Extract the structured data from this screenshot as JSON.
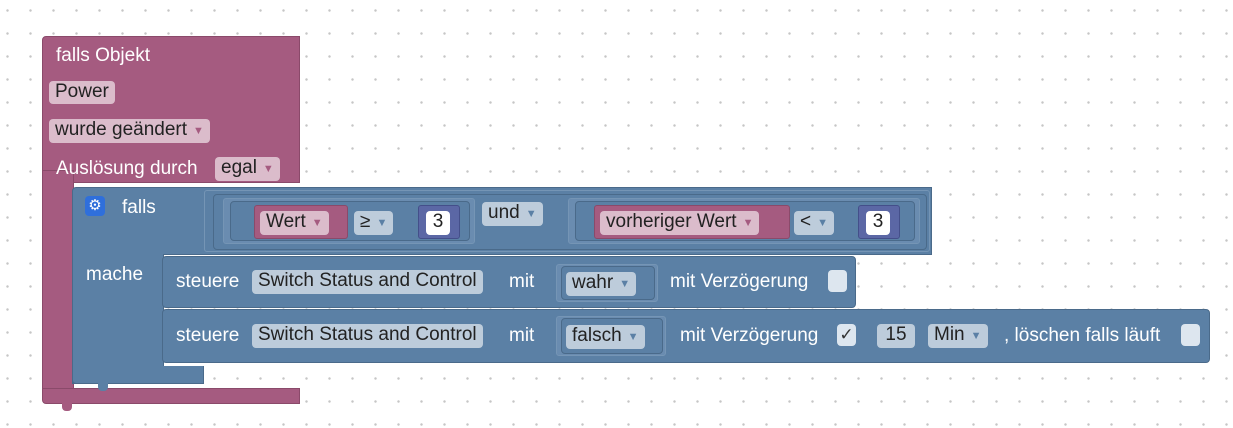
{
  "event_block": {
    "title": "falls Objekt",
    "object_name": "Power",
    "condition_value": "wurde geändert",
    "trigger_label": "Auslösung durch",
    "trigger_value": "egal"
  },
  "if_block": {
    "if_label": "falls",
    "do_label": "mache",
    "left_compare": {
      "field": "Wert",
      "operator": "≥",
      "number": "3"
    },
    "logic_operator": "und",
    "right_compare": {
      "field": "vorheriger Wert",
      "operator": "<",
      "number": "3"
    }
  },
  "statement1": {
    "control_label": "steuere",
    "device": "Switch Status and Control",
    "with_label": "mit",
    "value": "wahr",
    "delay_label": "mit Verzögerung",
    "delay_checked": false
  },
  "statement2": {
    "control_label": "steuere",
    "device": "Switch Status and Control",
    "with_label": "mit",
    "value": "falsch",
    "delay_label": "mit Verzögerung",
    "delay_checked": true,
    "check_mark": "✓",
    "delay_amount": "15",
    "delay_unit": "Min",
    "clear_label": ", löschen falls läuft",
    "clear_checked": false
  },
  "colors": {
    "event_block": "#a55b80",
    "logic_block": "#5b80a5",
    "math_block": "#5b67a5",
    "gear_icon": "#2f6fdb"
  },
  "icons": {
    "mutator": "gear-icon",
    "dropdown": "triangle-down-icon",
    "checkbox": "checkbox-icon"
  }
}
